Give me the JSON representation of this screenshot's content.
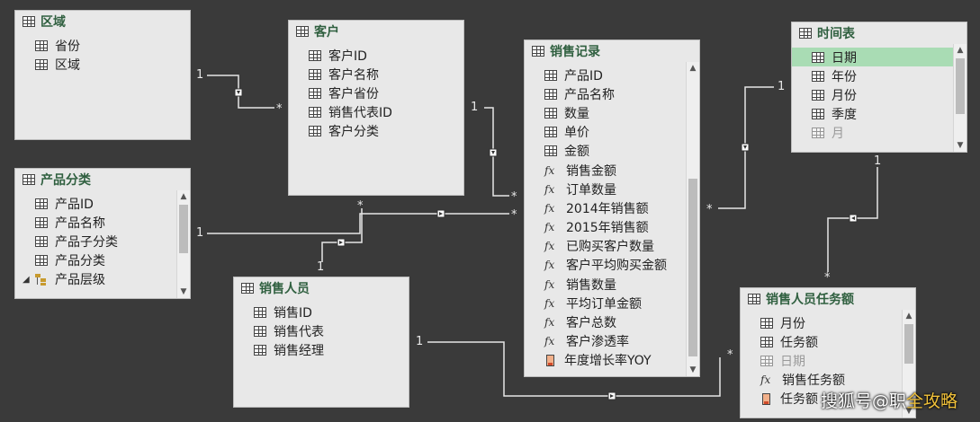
{
  "tables": {
    "region": {
      "title": "区域",
      "fields": [
        "省份",
        "区域"
      ]
    },
    "customer": {
      "title": "客户",
      "fields": [
        "客户ID",
        "客户名称",
        "客户省份",
        "销售代表ID",
        "客户分类"
      ]
    },
    "product": {
      "title": "产品分类",
      "fields": [
        "产品ID",
        "产品名称",
        "产品子分类",
        "产品分类",
        "产品层级"
      ],
      "expander": "◢"
    },
    "sales": {
      "title": "销售记录",
      "fields": [
        {
          "label": "产品ID",
          "icon": "table-icon"
        },
        {
          "label": "产品名称",
          "icon": "table-icon"
        },
        {
          "label": "数量",
          "icon": "table-icon"
        },
        {
          "label": "单价",
          "icon": "table-icon"
        },
        {
          "label": "金额",
          "icon": "table-icon"
        },
        {
          "label": "销售金额",
          "icon": "fx-icon"
        },
        {
          "label": "订单数量",
          "icon": "fx-icon"
        },
        {
          "label": "2014年销售额",
          "icon": "fx-icon"
        },
        {
          "label": "2015年销售额",
          "icon": "fx-icon"
        },
        {
          "label": "已购买客户数量",
          "icon": "fx-icon"
        },
        {
          "label": "客户平均购买金额",
          "icon": "fx-icon"
        },
        {
          "label": "销售数量",
          "icon": "fx-icon"
        },
        {
          "label": "平均订单金额",
          "icon": "fx-icon"
        },
        {
          "label": "客户总数",
          "icon": "fx-icon"
        },
        {
          "label": "客户渗透率",
          "icon": "fx-icon"
        },
        {
          "label": "年度增长率YOY",
          "icon": "kpi-icon"
        }
      ]
    },
    "calendar": {
      "title": "时间表",
      "fields": [
        "日期",
        "年份",
        "月份",
        "季度",
        "月"
      ],
      "selected": "日期"
    },
    "salesperson": {
      "title": "销售人员",
      "fields": [
        "销售ID",
        "销售代表",
        "销售经理"
      ]
    },
    "target": {
      "title": "销售人员任务额",
      "fields": [
        {
          "label": "月份",
          "icon": "table-icon"
        },
        {
          "label": "任务额",
          "icon": "table-icon"
        },
        {
          "label": "日期",
          "icon": "table-icon"
        },
        {
          "label": "销售任务额",
          "icon": "fx-icon"
        },
        {
          "label": "任务额",
          "icon": "kpi-icon"
        }
      ]
    }
  },
  "cardinality": {
    "one": "1",
    "many": "*"
  },
  "watermark": {
    "prefix": "搜狐号@职",
    "suffix": "全攻略"
  },
  "colors": {
    "background": "#3a3a3a",
    "table_bg": "#e8e8e8",
    "title": "#2f5f3f",
    "selected_row": "#a9dcb4",
    "wire": "#e6e6e6"
  }
}
